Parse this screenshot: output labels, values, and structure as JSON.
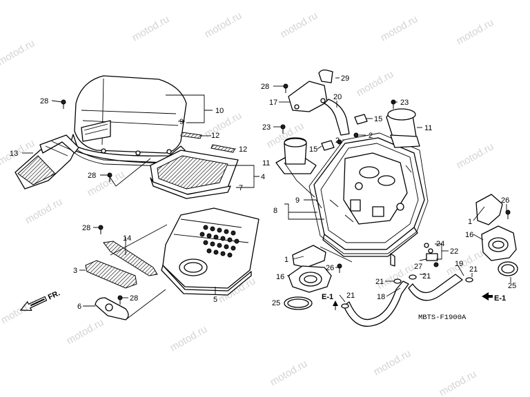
{
  "watermark": "motod.ru",
  "figure_code": "MBTS-F1900A",
  "direction": {
    "label": "FR."
  },
  "refs": {
    "e1": "E-1"
  },
  "callouts": {
    "c28a": "28",
    "c10": "10",
    "c9a": "9",
    "c13": "13",
    "c12a": "12",
    "c12b": "12",
    "c28b": "28",
    "c4": "4",
    "c7": "7",
    "c28c": "28",
    "c14": "14",
    "c3": "3",
    "c6": "6",
    "c28d": "28",
    "c5": "5",
    "c28e": "28",
    "c17": "17",
    "c29": "29",
    "c20": "20",
    "c23a": "23",
    "c23b": "23",
    "c15a": "15",
    "c15b": "15",
    "c2a": "2",
    "c2b": "2",
    "c11a": "11",
    "c11b": "11",
    "c9b": "9",
    "c8": "8",
    "c1a": "1",
    "c26a": "26",
    "c16a": "16",
    "c25a": "25",
    "c21a": "21",
    "c21b": "21",
    "c18": "18",
    "c21c": "21",
    "c24": "24",
    "c22": "22",
    "c27": "27",
    "c19": "19",
    "c21d": "21",
    "c26b": "26",
    "c1b": "1",
    "c16b": "16",
    "c25b": "25"
  }
}
